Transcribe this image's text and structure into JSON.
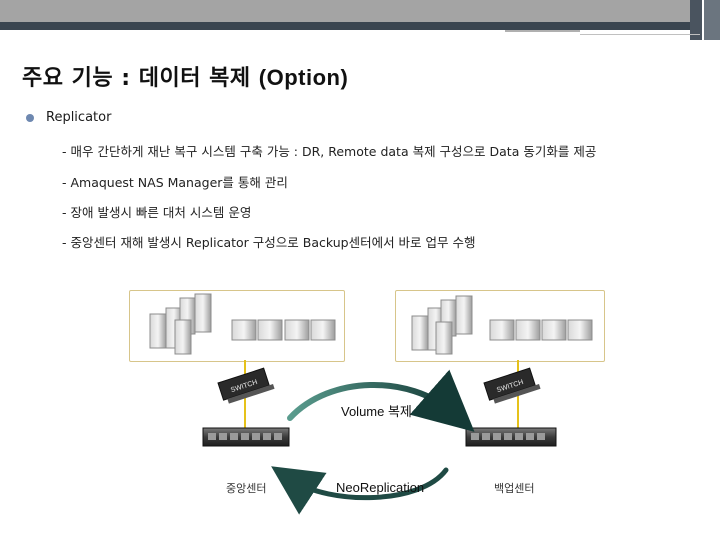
{
  "title": {
    "korean": "주요 기능 : 데이터 복제 ",
    "latin": "(Option)"
  },
  "bullet": {
    "label": "Replicator"
  },
  "sub_items": [
    "- 매우 간단하게 재난 복구 시스템 구축 가능 : DR, Remote data 복제 구성으로 Data 동기화를 제공",
    "- Amaquest NAS Manager를 통해 관리",
    "- 장애 발생시 빠른 대처 시스템 운영",
    "- 중앙센터 재해 발생시 Replicator 구성으로 Backup센터에서 바로 업무 수행"
  ],
  "diagram": {
    "switch_label": "SWITCH",
    "volume_label": "Volume 복제",
    "replication_label": "NeoReplication",
    "center_left": "중앙센터",
    "center_right": "백업센터"
  },
  "colors": {
    "bullet": "#6e88b0",
    "box_border": "#d7c58a",
    "link_line": "#e6c21a",
    "arc": "#1f4a44"
  }
}
